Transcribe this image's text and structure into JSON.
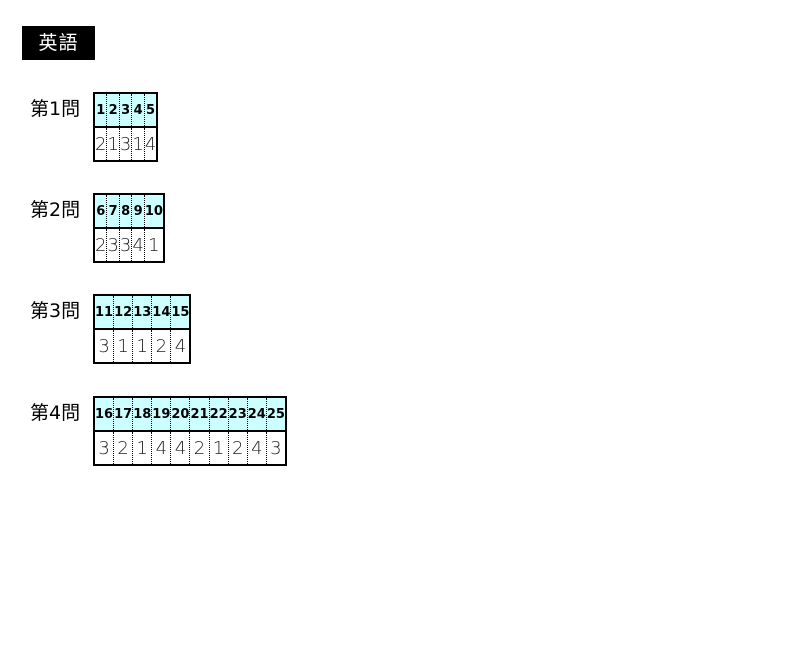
{
  "subject": "英語",
  "sections": [
    {
      "label": "第1問",
      "questions": [
        "1",
        "2",
        "3",
        "4",
        "5"
      ],
      "answers": [
        "2",
        "1",
        "3",
        "1",
        "4"
      ]
    },
    {
      "label": "第2問",
      "questions": [
        "6",
        "7",
        "8",
        "9",
        "10"
      ],
      "answers": [
        "2",
        "3",
        "3",
        "4",
        "1"
      ]
    },
    {
      "label": "第3問",
      "questions": [
        "11",
        "12",
        "13",
        "14",
        "15"
      ],
      "answers": [
        "3",
        "1",
        "1",
        "2",
        "4"
      ]
    },
    {
      "label": "第4問",
      "questions": [
        "16",
        "17",
        "18",
        "19",
        "20",
        "21",
        "22",
        "23",
        "24",
        "25"
      ],
      "answers": [
        "3",
        "2",
        "1",
        "4",
        "4",
        "2",
        "1",
        "2",
        "4",
        "3"
      ]
    }
  ],
  "colors": {
    "header_cell_bg": "#ccffff",
    "badge_bg": "#000000",
    "badge_text": "#ffffff"
  }
}
